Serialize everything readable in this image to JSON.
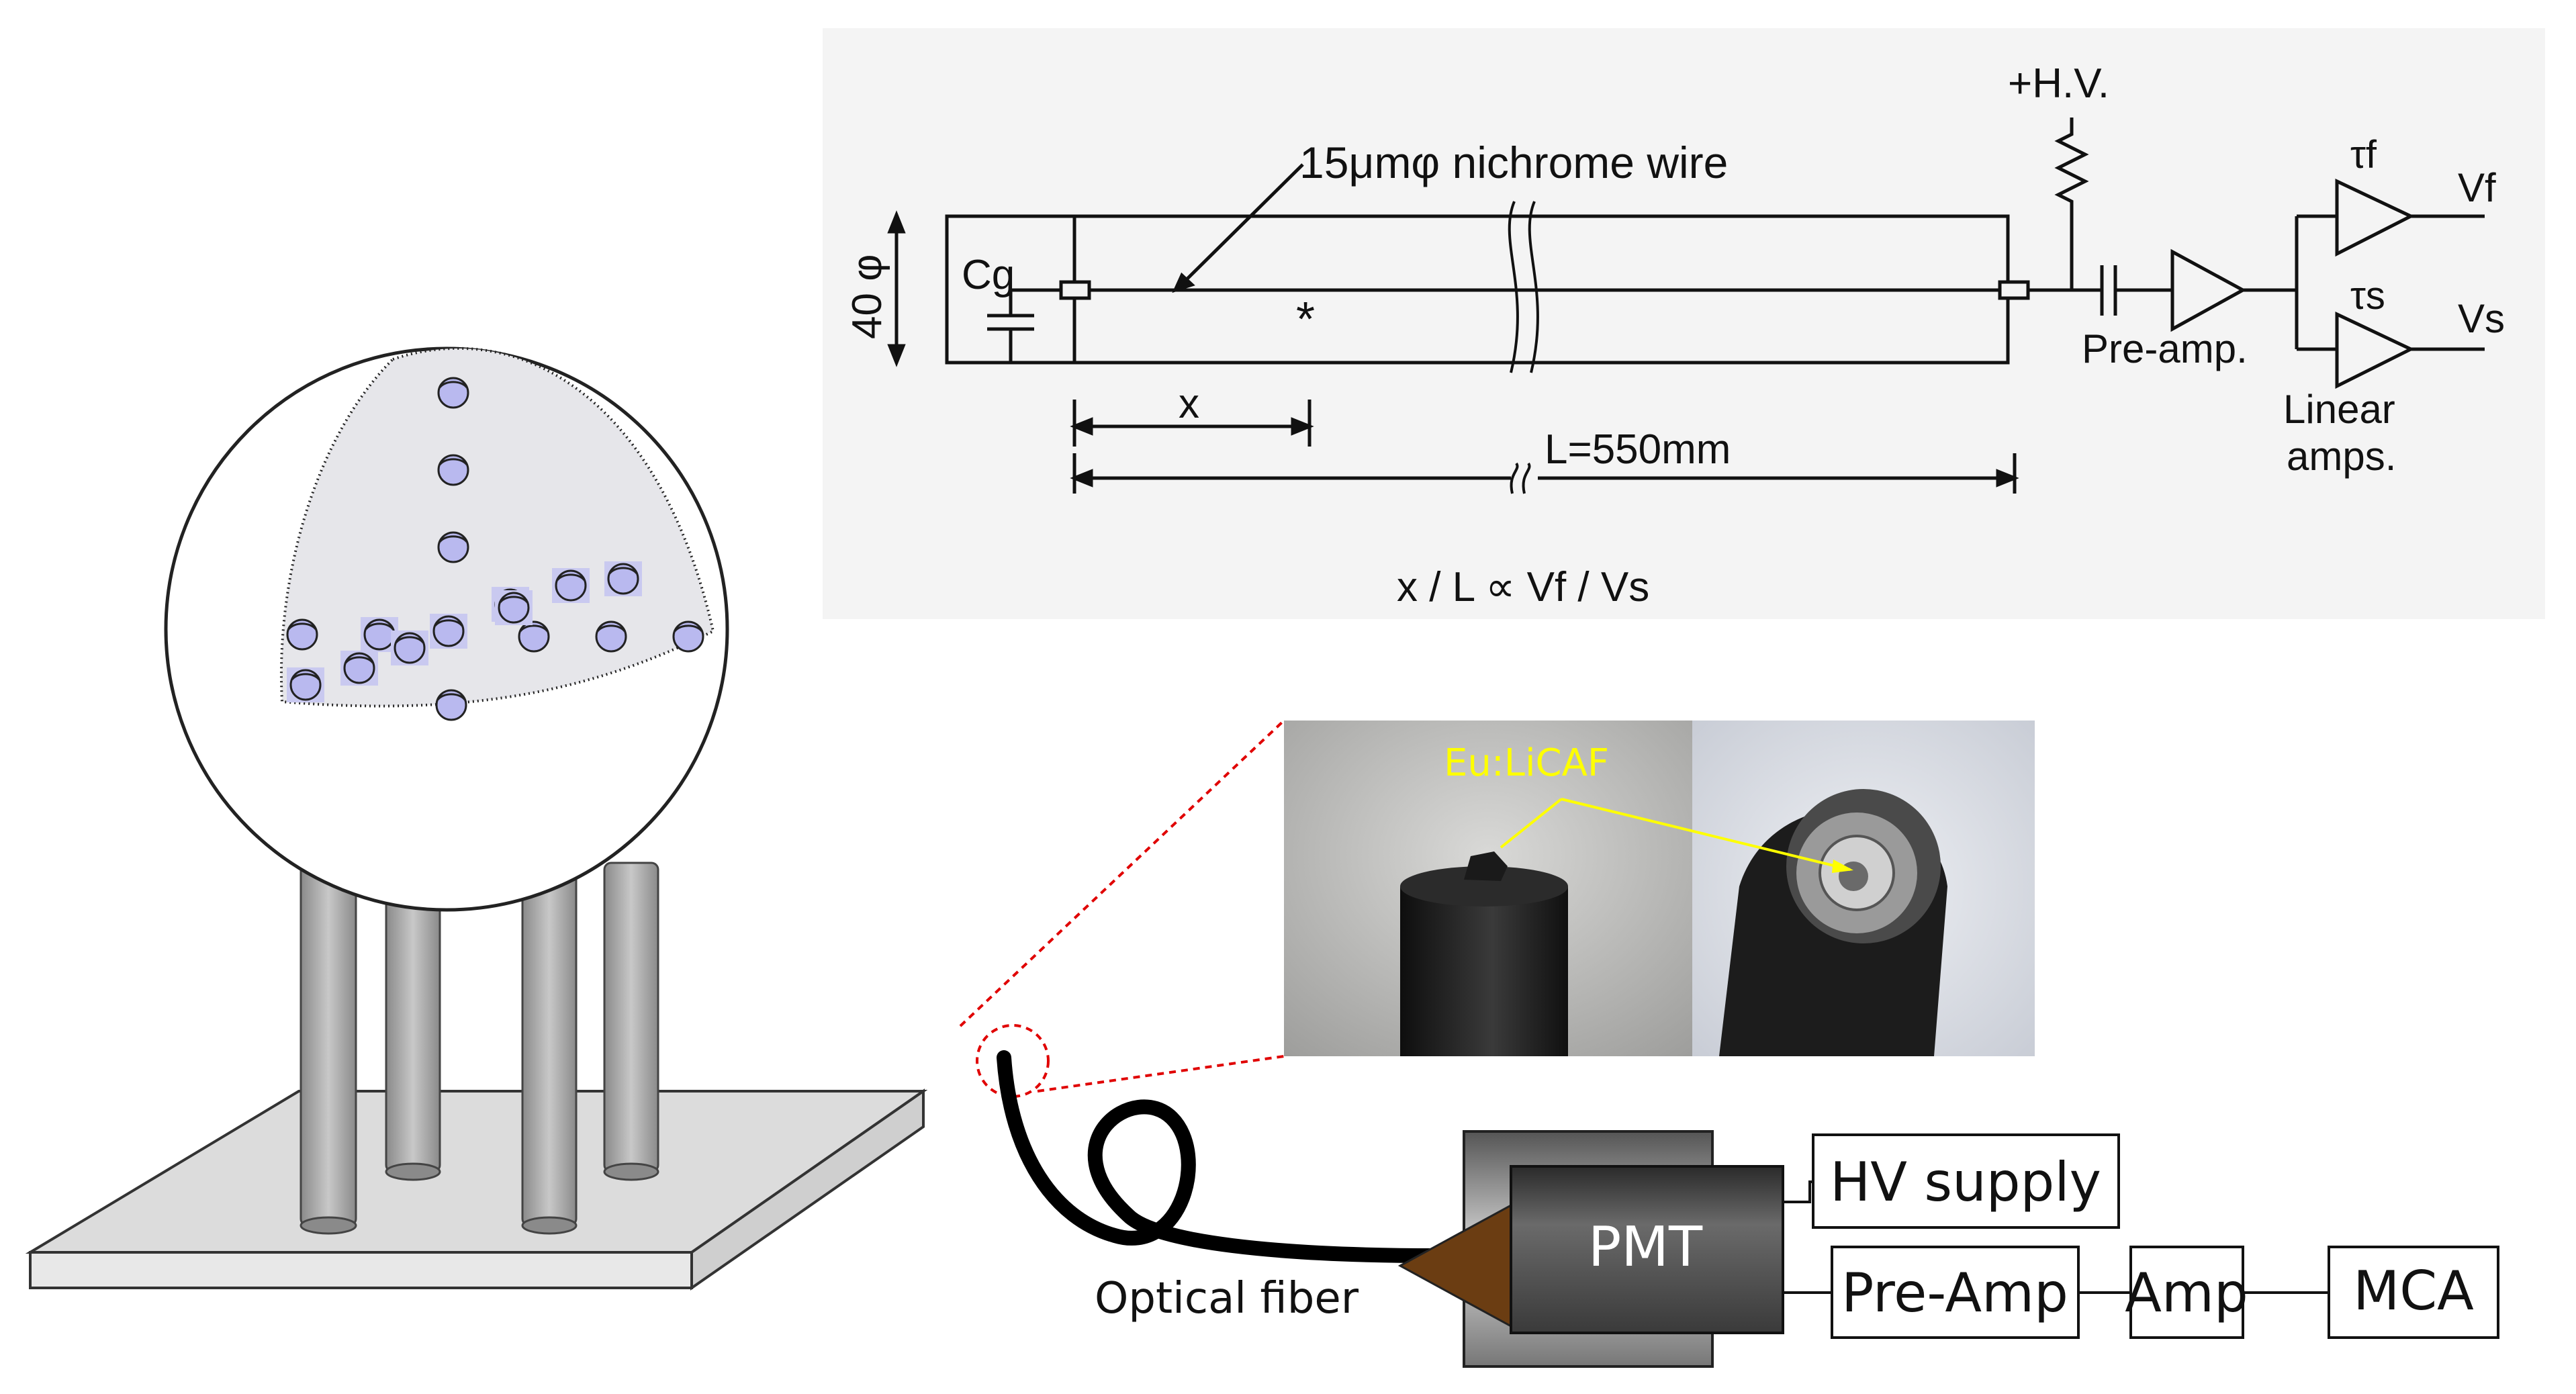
{
  "schematic": {
    "hv_label": "+H.V.",
    "wire_label": "15μmφ nichrome wire",
    "diameter_label": "40 φ",
    "cg_label": "Cg",
    "x_label": "x",
    "length_label": "L=550mm",
    "preamp_label": "Pre-amp.",
    "linear_label_1": "Linear",
    "linear_label_2": "amps.",
    "tau_f": "τf",
    "tau_s": "τs",
    "vf": "Vf",
    "vs": "Vs",
    "formula": "x / L ∝ Vf / Vs",
    "star": "*"
  },
  "photo": {
    "crystal_label": "Eu:LiCAF",
    "label_color": "#ffff00"
  },
  "detector": {
    "fiber_label": "Optical fiber",
    "pmt_label": "PMT",
    "hv_supply_label": "HV supply",
    "preamp_label": "Pre-Amp",
    "amp_label": "Amp",
    "mca_label": "MCA",
    "zoom_color": "#e00000"
  }
}
